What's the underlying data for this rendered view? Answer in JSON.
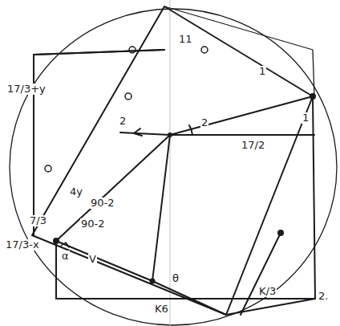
{
  "diagram": {
    "labels": [
      "17/3+y",
      "11",
      "1",
      "1",
      "2",
      "17/2",
      "2",
      "4y",
      "90-2",
      "90-2",
      "7/3",
      "17/3-x",
      "α",
      "V",
      "θ",
      "K6",
      "K/3",
      "2."
    ]
  }
}
